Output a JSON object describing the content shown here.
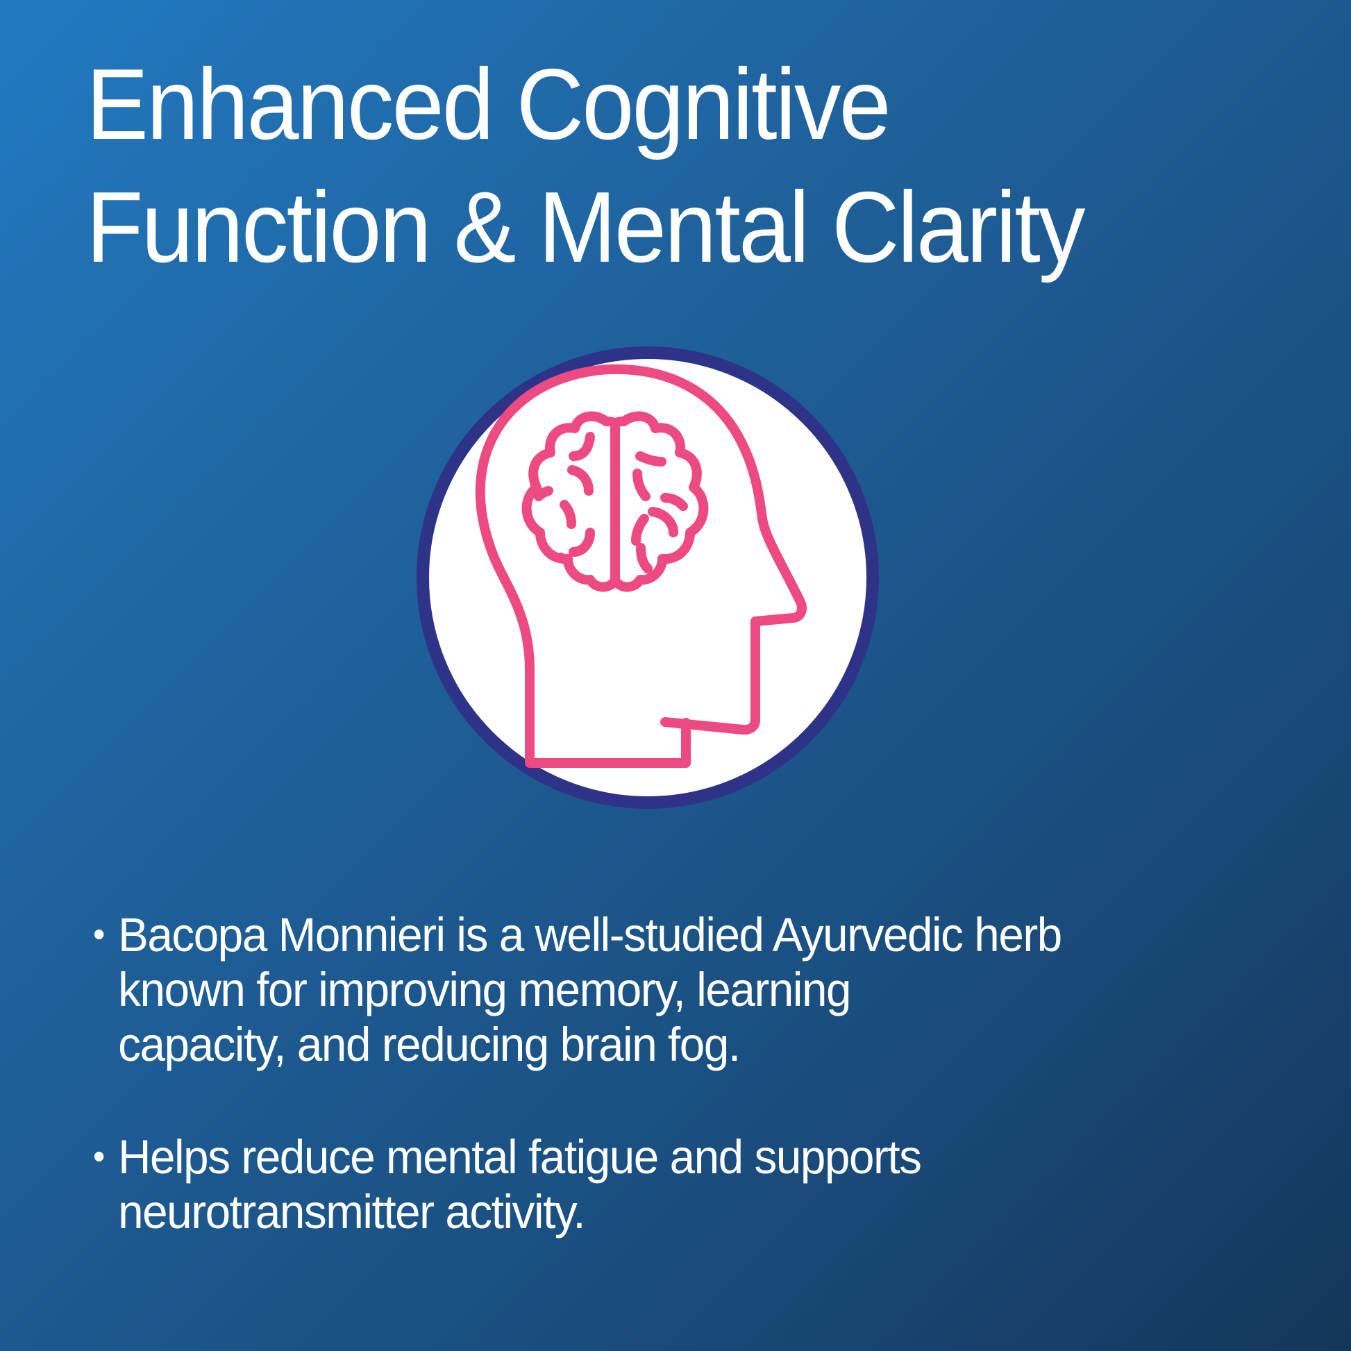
{
  "title": {
    "lines": [
      "Enhanced Cognitive",
      "Function & Mental Clarity"
    ]
  },
  "icon": {
    "name": "head-brain-icon",
    "circle_fill": "#ffffff",
    "circle_border": "#2f3387",
    "stroke_color": "#ec4a80"
  },
  "bullets": [
    {
      "marker": "•",
      "lines": [
        "Bacopa Monnieri is a well-studied Ayurvedic herb",
        "known for improving memory, learning",
        "capacity, and reducing brain fog."
      ]
    },
    {
      "marker": "•",
      "lines": [
        "Helps reduce mental fatigue and supports",
        "neurotransmitter activity."
      ]
    }
  ],
  "colors": {
    "background_start": "#2279c0",
    "background_end": "#14365a",
    "text": "#ffffff"
  }
}
